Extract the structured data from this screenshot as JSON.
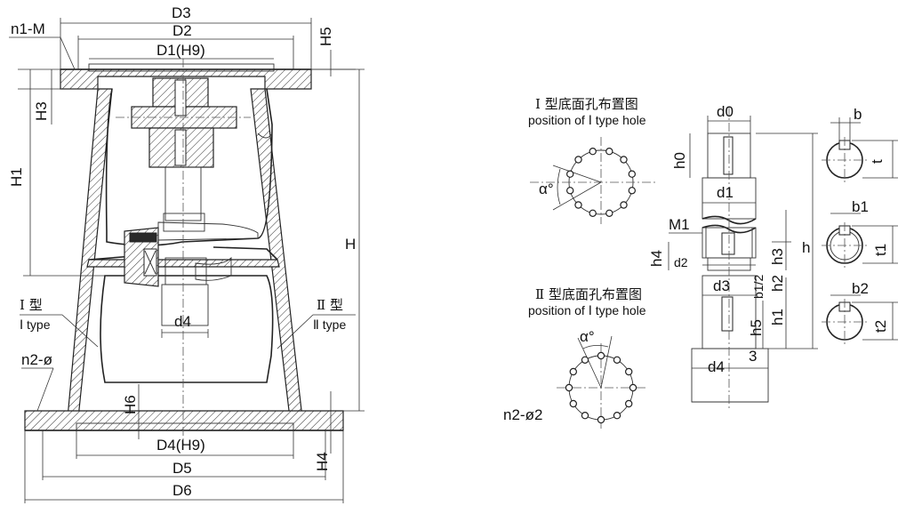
{
  "labels": {
    "D3": "D3",
    "n1M": "n1-M",
    "D2": "D2",
    "H5": "H5",
    "D1H9": "D1(H9)",
    "H3": "H3",
    "H1": "H1",
    "H": "H",
    "type1_cn": "Ⅰ 型",
    "type1_en": "Ⅰ type",
    "type2_cn": "Ⅱ 型",
    "type2_en": "Ⅱ type",
    "d4_main": "d4",
    "n2phi": "n2-ø",
    "H6": "H6",
    "D4H9": "D4(H9)",
    "H4": "H4",
    "D5": "D5",
    "D6": "D6",
    "hole1_cn": "Ⅰ 型底面孔布置图",
    "hole1_en": "position of Ⅰ type hole",
    "alpha1": "α°",
    "hole2_cn": "Ⅱ 型底面孔布置图",
    "hole2_en": "position of Ⅰ type hole",
    "alpha2": "α°",
    "n2phi2": "n2-ø2",
    "d0": "d0",
    "h0": "h0",
    "d1": "d1",
    "M1": "M1",
    "h4_shaft": "h4",
    "d2": "d2",
    "h3_shaft": "h3",
    "h_shaft": "h",
    "b12": "b1/2",
    "h2": "h2",
    "d3": "d3",
    "h1_shaft": "h1",
    "h5_shaft": "h5",
    "three": "3",
    "d4_shaft": "d4",
    "b": "b",
    "t": "t",
    "b1": "b1",
    "t1": "t1",
    "b2": "b2",
    "t2": "t2"
  }
}
